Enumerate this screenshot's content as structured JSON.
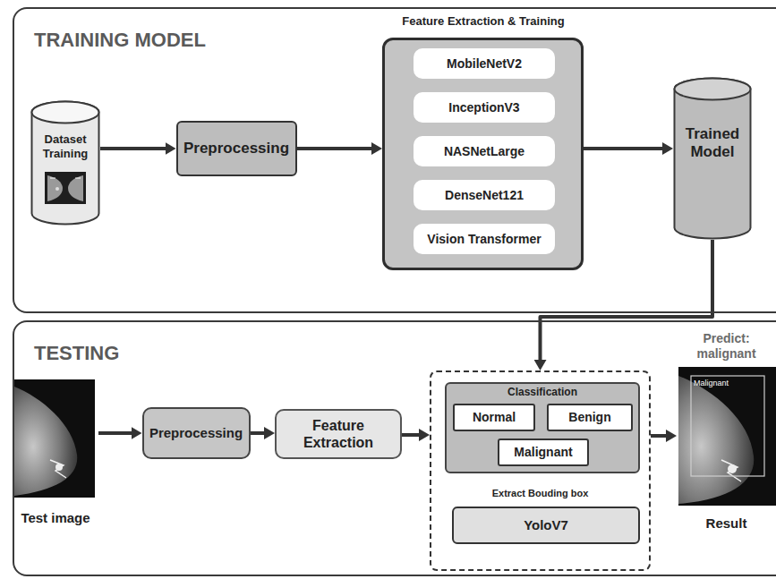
{
  "diagram": {
    "nodes": [
      {
        "text": [
          "TRAINING MODEL"
        ]
      },
      {
        "text": [
          "Dataset Training"
        ],
        "in": 0
      },
      {
        "text": [
          "Preprocessing"
        ],
        "in": 0
      },
      {
        "text": [
          "Feature Extraction & Training"
        ],
        "in": 0
      },
      {
        "text": [
          "MobileNetV2"
        ],
        "in": 3
      },
      {
        "text": [
          "InceptionV3"
        ],
        "in": 3
      },
      {
        "text": [
          "NASNetLarge"
        ],
        "in": 3
      },
      {
        "text": [
          "DenseNet121"
        ],
        "in": 3
      },
      {
        "text": [
          "Vision Transformer"
        ],
        "in": 3
      },
      {
        "text": [
          "Trained Model"
        ],
        "in": 0
      },
      {
        "text": [
          "TESTING"
        ]
      },
      {
        "text": [
          "Test image"
        ],
        "in": 10
      },
      {
        "text": [
          "Preprocessing"
        ],
        "in": 10
      },
      {
        "text": [
          "Feature Extraction"
        ],
        "in": 10
      },
      {
        "text": [
          "Extract Bouding box"
        ],
        "in": 10
      },
      {
        "text": [
          "Classification"
        ],
        "in": 14
      },
      {
        "text": [
          "Normal"
        ],
        "in": 15
      },
      {
        "text": [
          "Benign"
        ],
        "in": 15
      },
      {
        "text": [
          "Malignant"
        ],
        "in": 15
      },
      {
        "text": [
          "YoloV7"
        ],
        "in": 14
      },
      {
        "text": [
          "Predict: malignant",
          "Result"
        ],
        "in": 10
      }
    ],
    "edges": [
      {
        "from": 1,
        "to": 2,
        "arrow": "to"
      },
      {
        "from": 2,
        "to": 3,
        "arrow": "to"
      },
      {
        "from": 3,
        "to": 9,
        "arrow": "to"
      },
      {
        "from": 9,
        "to": 14,
        "arrow": "to"
      },
      {
        "from": 11,
        "to": 12,
        "arrow": "to"
      },
      {
        "from": 12,
        "to": 13,
        "arrow": "to"
      },
      {
        "from": 13,
        "to": 14,
        "arrow": "to"
      },
      {
        "from": 14,
        "to": 20,
        "arrow": "to"
      }
    ],
    "labels": [
      "Malignant"
    ]
  }
}
